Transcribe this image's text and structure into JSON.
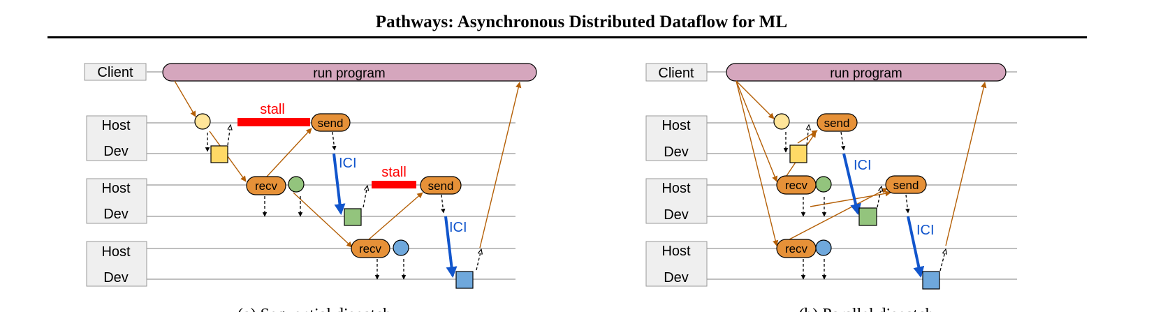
{
  "title": "Pathways: Asynchronous Distributed Dataflow for ML",
  "labels": {
    "client": "Client",
    "host": "Host",
    "dev": "Dev",
    "run_program": "run program",
    "send": "send",
    "recv": "recv",
    "stall": "stall",
    "ici": "ICI"
  },
  "captions": {
    "a": "(a) Sequential dispatch",
    "b": "(b) Parallel dispatch"
  },
  "colors": {
    "run_program": "#d5a6bd",
    "op_node": "#e69138",
    "host1": "#ffe599",
    "host2": "#93c47d",
    "host3": "#6fa8dc",
    "stall": "#ff0000",
    "ici": "#1155cc",
    "control_arrow": "#b45f06",
    "label_box": "#efefef"
  }
}
